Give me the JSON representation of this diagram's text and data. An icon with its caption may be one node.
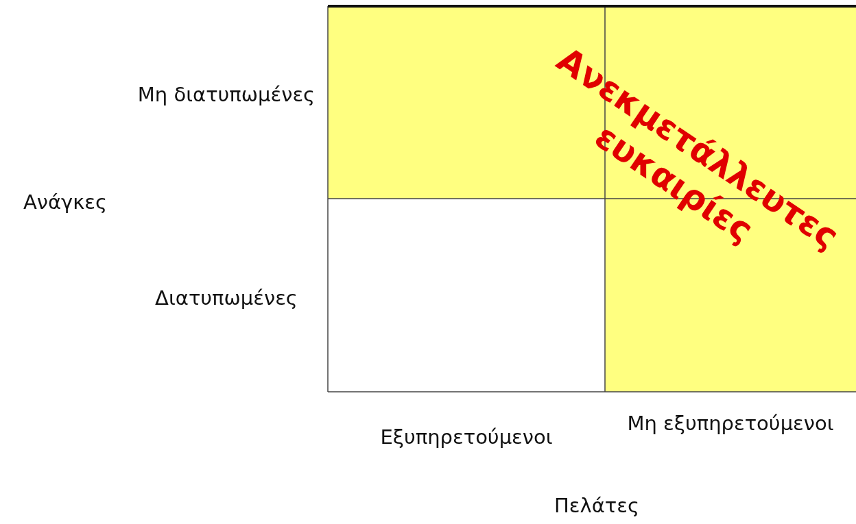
{
  "diagram": {
    "labels": [
      "Μη διατυπωμένες",
      "Ανεκμετάλλευτες ευκαιρίες",
      "Ανάγκες",
      "Διατυπωμένες",
      "Εξυπηρετούμενοι",
      "Μη εξυπηρετούμενοι",
      "Πελάτες"
    ]
  }
}
